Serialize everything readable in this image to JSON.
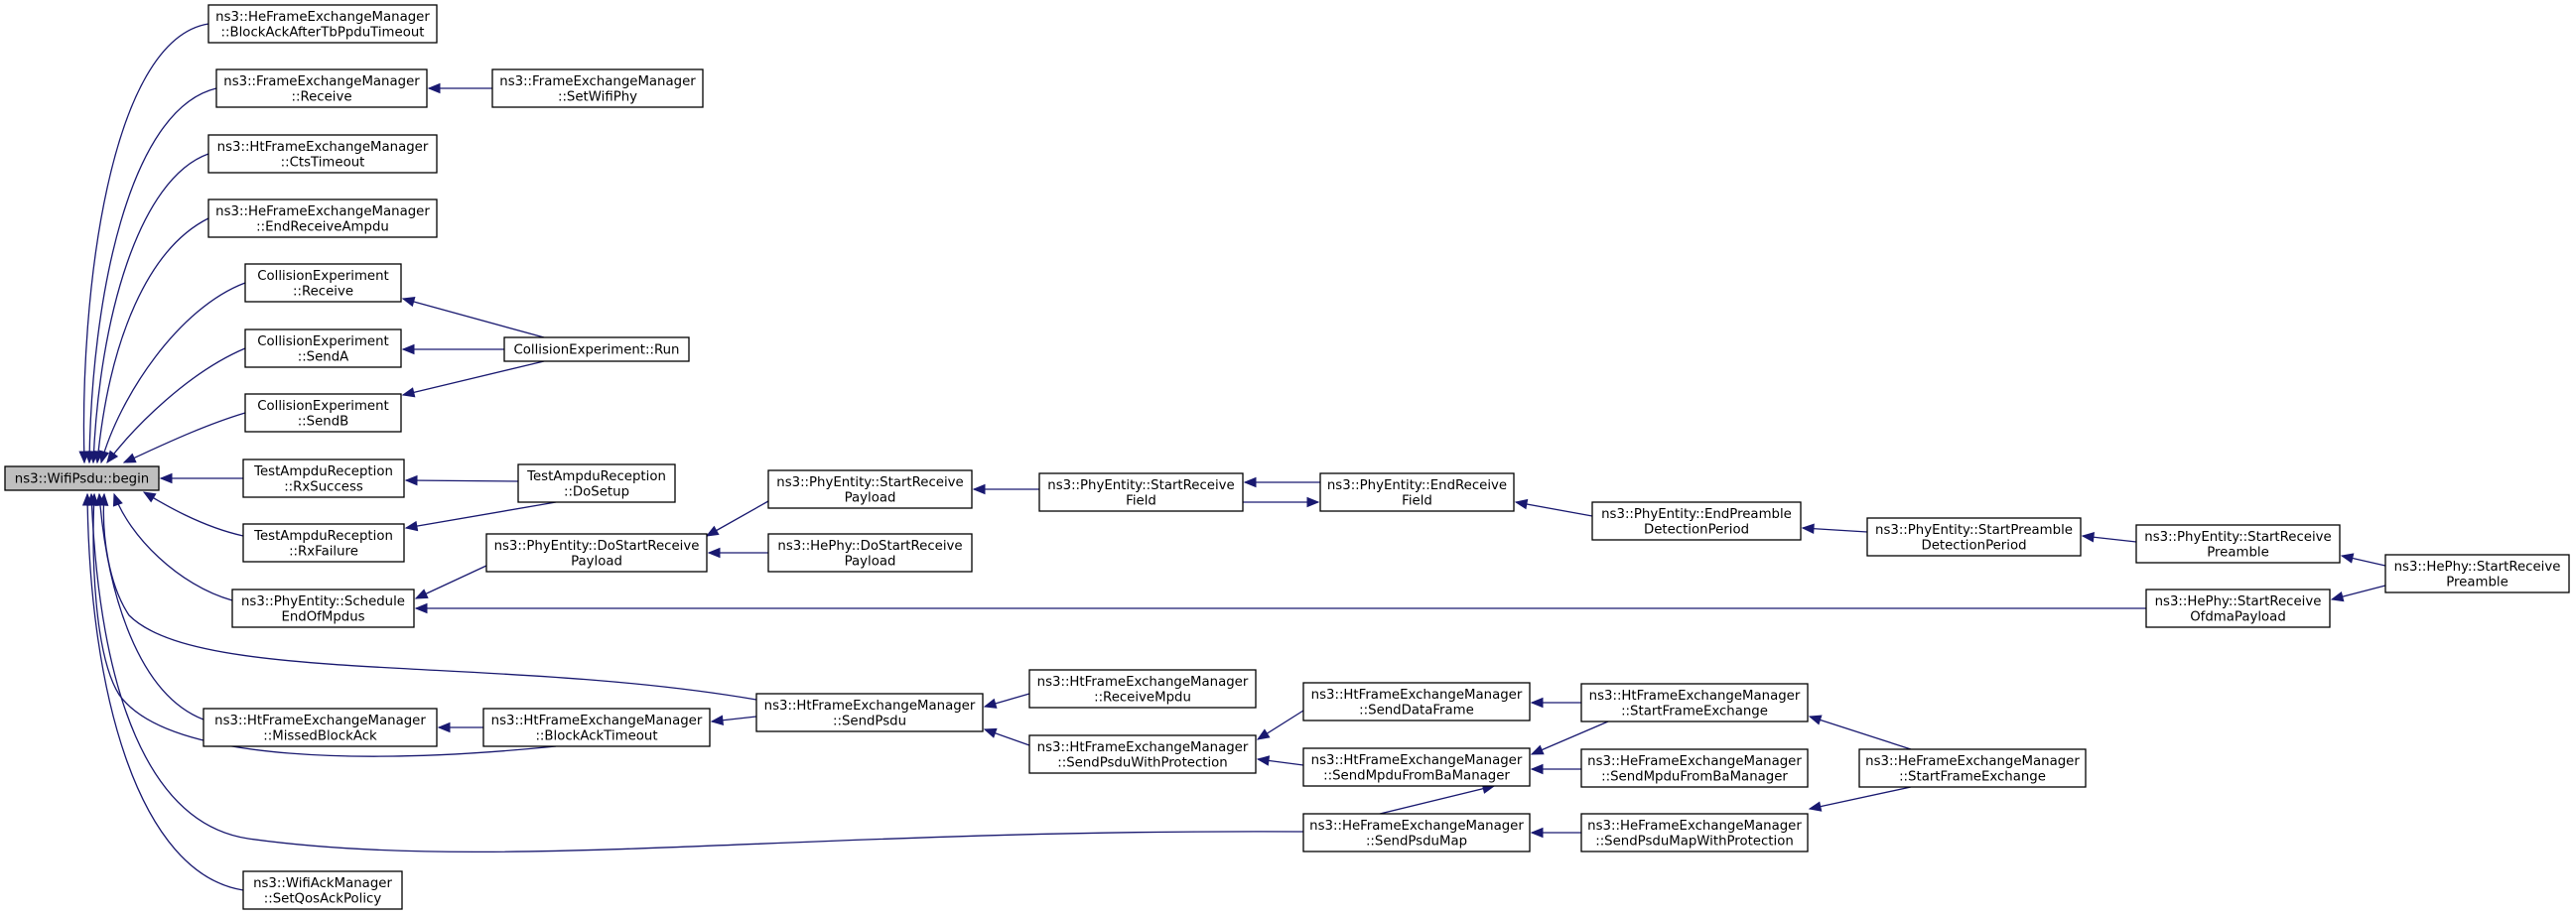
{
  "diagram": {
    "type": "call-graph",
    "colors": {
      "edge": "#191970",
      "root_fill": "#bfbfbf",
      "node_fill": "#ffffff",
      "border": "#000000"
    },
    "nodes": [
      {
        "id": "root",
        "lines": [
          "ns3::WifiPsdu::begin"
        ]
      },
      {
        "id": "he_bapto",
        "lines": [
          "ns3::HeFrameExchangeManager",
          "::BlockAckAfterTbPpduTimeout"
        ]
      },
      {
        "id": "fem_recv",
        "lines": [
          "ns3::FrameExchangeManager",
          "::Receive"
        ]
      },
      {
        "id": "fem_setphy",
        "lines": [
          "ns3::FrameExchangeManager",
          "::SetWifiPhy"
        ]
      },
      {
        "id": "ht_cts",
        "lines": [
          "ns3::HtFrameExchangeManager",
          "::CtsTimeout"
        ]
      },
      {
        "id": "he_endampdu",
        "lines": [
          "ns3::HeFrameExchangeManager",
          "::EndReceiveAmpdu"
        ]
      },
      {
        "id": "ce_recv",
        "lines": [
          "CollisionExperiment",
          "::Receive"
        ]
      },
      {
        "id": "ce_senda",
        "lines": [
          "CollisionExperiment",
          "::SendA"
        ]
      },
      {
        "id": "ce_run",
        "lines": [
          "CollisionExperiment::Run"
        ]
      },
      {
        "id": "ce_sendb",
        "lines": [
          "CollisionExperiment",
          "::SendB"
        ]
      },
      {
        "id": "tar_succ",
        "lines": [
          "TestAmpduReception",
          "::RxSuccess"
        ]
      },
      {
        "id": "tar_setup",
        "lines": [
          "TestAmpduReception",
          "::DoSetup"
        ]
      },
      {
        "id": "tar_fail",
        "lines": [
          "TestAmpduReception",
          "::RxFailure"
        ]
      },
      {
        "id": "pe_sched",
        "lines": [
          "ns3::PhyEntity::Schedule",
          "EndOfMpdus"
        ]
      },
      {
        "id": "pe_dostart",
        "lines": [
          "ns3::PhyEntity::DoStartReceive",
          "Payload"
        ]
      },
      {
        "id": "pe_startpay",
        "lines": [
          "ns3::PhyEntity::StartReceive",
          "Payload"
        ]
      },
      {
        "id": "hephy_dostart",
        "lines": [
          "ns3::HePhy::DoStartReceive",
          "Payload"
        ]
      },
      {
        "id": "pe_startfield",
        "lines": [
          "ns3::PhyEntity::StartReceive",
          "Field"
        ]
      },
      {
        "id": "pe_endfield",
        "lines": [
          "ns3::PhyEntity::EndReceive",
          "Field"
        ]
      },
      {
        "id": "pe_endpre",
        "lines": [
          "ns3::PhyEntity::EndPreamble",
          "DetectionPeriod"
        ]
      },
      {
        "id": "pe_startpre",
        "lines": [
          "ns3::PhyEntity::StartPreamble",
          "DetectionPeriod"
        ]
      },
      {
        "id": "pe_startrecvpre",
        "lines": [
          "ns3::PhyEntity::StartReceive",
          "Preamble"
        ]
      },
      {
        "id": "hephy_startpre",
        "lines": [
          "ns3::HePhy::StartReceive",
          "Preamble"
        ]
      },
      {
        "id": "hephy_ofdma",
        "lines": [
          "ns3::HePhy::StartReceive",
          "OfdmaPayload"
        ]
      },
      {
        "id": "ht_missed",
        "lines": [
          "ns3::HtFrameExchangeManager",
          "::MissedBlockAck"
        ]
      },
      {
        "id": "ht_bato",
        "lines": [
          "ns3::HtFrameExchangeManager",
          "::BlockAckTimeout"
        ]
      },
      {
        "id": "ht_sendpsdu",
        "lines": [
          "ns3::HtFrameExchangeManager",
          "::SendPsdu"
        ]
      },
      {
        "id": "ht_recvmpdu",
        "lines": [
          "ns3::HtFrameExchangeManager",
          "::ReceiveMpdu"
        ]
      },
      {
        "id": "ht_sendprot",
        "lines": [
          "ns3::HtFrameExchangeManager",
          "::SendPsduWithProtection"
        ]
      },
      {
        "id": "ht_senddata",
        "lines": [
          "ns3::HtFrameExchangeManager",
          "::SendDataFrame"
        ]
      },
      {
        "id": "ht_sendmpduba",
        "lines": [
          "ns3::HtFrameExchangeManager",
          "::SendMpduFromBaManager"
        ]
      },
      {
        "id": "ht_startfe",
        "lines": [
          "ns3::HtFrameExchangeManager",
          "::StartFrameExchange"
        ]
      },
      {
        "id": "he_sendmpduba",
        "lines": [
          "ns3::HeFrameExchangeManager",
          "::SendMpduFromBaManager"
        ]
      },
      {
        "id": "he_startfe",
        "lines": [
          "ns3::HeFrameExchangeManager",
          "::StartFrameExchange"
        ]
      },
      {
        "id": "he_sendpsdumap",
        "lines": [
          "ns3::HeFrameExchangeManager",
          "::SendPsduMap"
        ]
      },
      {
        "id": "he_sendpsdumapprot",
        "lines": [
          "ns3::HeFrameExchangeManager",
          "::SendPsduMapWithProtection"
        ]
      },
      {
        "id": "wam_qos",
        "lines": [
          "ns3::WifiAckManager",
          "::SetQosAckPolicy"
        ]
      }
    ],
    "edges": [
      [
        "he_bapto",
        "root"
      ],
      [
        "fem_recv",
        "root"
      ],
      [
        "fem_setphy",
        "fem_recv"
      ],
      [
        "ht_cts",
        "root"
      ],
      [
        "he_endampdu",
        "root"
      ],
      [
        "ce_recv",
        "root"
      ],
      [
        "ce_senda",
        "root"
      ],
      [
        "ce_sendb",
        "root"
      ],
      [
        "ce_run",
        "ce_recv"
      ],
      [
        "ce_run",
        "ce_senda"
      ],
      [
        "ce_run",
        "ce_sendb"
      ],
      [
        "tar_succ",
        "root"
      ],
      [
        "tar_fail",
        "root"
      ],
      [
        "tar_setup",
        "tar_succ"
      ],
      [
        "tar_setup",
        "tar_fail"
      ],
      [
        "pe_sched",
        "root"
      ],
      [
        "pe_dostart",
        "pe_sched"
      ],
      [
        "hephy_ofdma",
        "pe_sched"
      ],
      [
        "pe_startpay",
        "pe_dostart"
      ],
      [
        "hephy_dostart",
        "pe_dostart"
      ],
      [
        "pe_startfield",
        "pe_startpay"
      ],
      [
        "pe_endfield",
        "pe_startfield"
      ],
      [
        "pe_startfield",
        "pe_endfield"
      ],
      [
        "pe_endpre",
        "pe_endfield"
      ],
      [
        "pe_startpre",
        "pe_endpre"
      ],
      [
        "pe_startrecvpre",
        "pe_startpre"
      ],
      [
        "hephy_startpre",
        "pe_startrecvpre"
      ],
      [
        "hephy_startpre",
        "hephy_ofdma"
      ],
      [
        "ht_missed",
        "root"
      ],
      [
        "ht_bato",
        "ht_missed"
      ],
      [
        "ht_bato",
        "root"
      ],
      [
        "ht_sendpsdu",
        "root"
      ],
      [
        "ht_sendpsdu",
        "ht_bato"
      ],
      [
        "ht_recvmpdu",
        "ht_sendpsdu"
      ],
      [
        "ht_sendprot",
        "ht_sendpsdu"
      ],
      [
        "ht_senddata",
        "ht_sendprot"
      ],
      [
        "ht_sendmpduba",
        "ht_sendprot"
      ],
      [
        "ht_startfe",
        "ht_senddata"
      ],
      [
        "ht_startfe",
        "ht_sendmpduba"
      ],
      [
        "he_sendmpduba",
        "ht_sendmpduba"
      ],
      [
        "he_startfe",
        "ht_startfe"
      ],
      [
        "he_startfe",
        "he_sendpsdumapprot"
      ],
      [
        "he_sendpsdumap",
        "ht_sendmpduba"
      ],
      [
        "he_sendpsdumap",
        "root"
      ],
      [
        "he_sendpsdumapprot",
        "he_sendpsdumap"
      ],
      [
        "wam_qos",
        "root"
      ]
    ]
  }
}
